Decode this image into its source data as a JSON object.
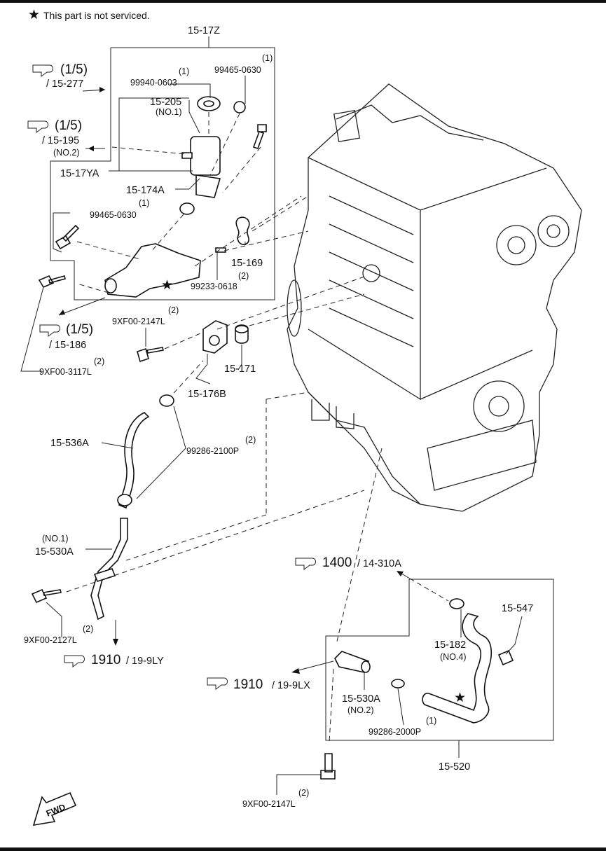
{
  "note": {
    "star": "★",
    "text": "This part is not serviced."
  },
  "refs": {
    "r1": {
      "frac": "(1/5)",
      "sect": "/ 15-277"
    },
    "r2": {
      "frac": "(1/5)",
      "sect": "/ 15-195",
      "sub": "(NO.2)"
    },
    "r3": {
      "frac": "(1/5)",
      "sect": "/ 15-186"
    },
    "r4": {
      "num": "1400",
      "sect": "/ 14-310A"
    },
    "r5": {
      "num": "1910",
      "sect": "/ 19-9LY"
    },
    "r6": {
      "num": "1910",
      "sect": "/ 19-9LX"
    }
  },
  "parts": {
    "p_15_17Z": "15-17Z",
    "p_99465_0630_a_qty": "(1)",
    "p_99465_0630_a": "99465-0630",
    "p_99940_0603_qty": "(1)",
    "p_99940_0603": "99940-0603",
    "p_15_205": "15-205",
    "p_15_205_sub": "(NO.1)",
    "p_15_17YA": "15-17YA",
    "p_15_174A": "15-174A",
    "p_99465_0630_b_qty": "(1)",
    "p_99465_0630_b": "99465-0630",
    "p_15_169": "15-169",
    "p_99233_qty": "(2)",
    "p_99233": "99233-0618",
    "p_9XF00_2147L_a_qty": "(2)",
    "p_9XF00_2147L_a": "9XF00-2147L",
    "p_9XF00_3117L_qty": "(2)",
    "p_9XF00_3117L": "9XF00-3117L",
    "p_15_171": "15-171",
    "p_15_176B": "15-176B",
    "p_15_536A": "15-536A",
    "p_99286_2100P_qty": "(2)",
    "p_99286_2100P": "99286-2100P",
    "p_15_530A_a_sub": "(NO.1)",
    "p_15_530A_a": "15-530A",
    "p_9XF00_2127L_qty": "(2)",
    "p_9XF00_2127L": "9XF00-2127L",
    "p_15_547": "15-547",
    "p_15_182": "15-182",
    "p_15_182_sub": "(NO.4)",
    "p_15_530A_b": "15-530A",
    "p_15_530A_b_sub": "(NO.2)",
    "p_99286_2000P_qty": "(1)",
    "p_99286_2000P": "99286-2000P",
    "p_15_520": "15-520",
    "p_9XF00_2147L_b_qty": "(2)",
    "p_9XF00_2147L_b": "9XF00-2147L"
  },
  "fwd": "FWD"
}
